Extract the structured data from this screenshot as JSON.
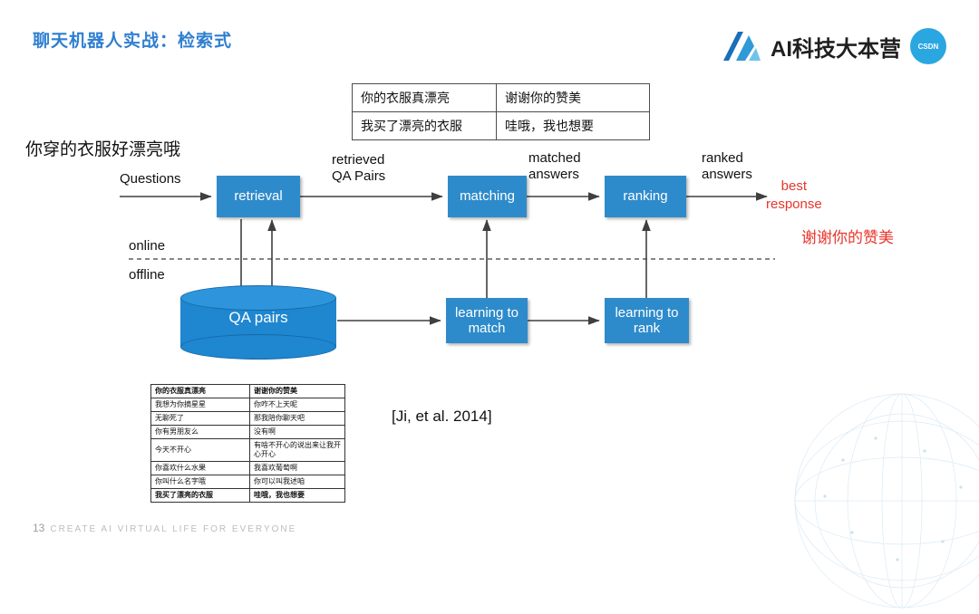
{
  "header": {
    "title": "聊天机器人实战：检索式",
    "logo_text": "AI科技大本营",
    "logo_badge": "CSDN"
  },
  "top_table": {
    "rows": [
      [
        "你的衣服真漂亮",
        "谢谢你的赞美"
      ],
      [
        "我买了漂亮的衣服",
        "哇哦，我也想要"
      ]
    ]
  },
  "utterance": "你穿的衣服好漂亮哦",
  "diagram": {
    "boxes": {
      "retrieval": "retrieval",
      "matching": "matching",
      "ranking": "ranking",
      "learning_to_match": "learning to\nmatch",
      "learning_to_rank": "learning to\nrank",
      "database": "QA pairs"
    },
    "labels": {
      "questions": "Questions",
      "retrieved_qa_pairs": "retrieved\nQA Pairs",
      "matched_answers": "matched\nanswers",
      "ranked_answers": "ranked\nanswers",
      "online": "online",
      "offline": "offline",
      "best_response": "best\nresponse",
      "reply": "谢谢你的赞美"
    },
    "colors": {
      "box_fill": "#2e8bcb",
      "db_fill": "#1f86d0",
      "accent_red": "#e8352c",
      "title_blue": "#2f7fd1"
    }
  },
  "citation": "[Ji, et al. 2014]",
  "bottom_table": {
    "rows": [
      [
        "你的衣服真漂亮",
        "谢谢你的赞美"
      ],
      [
        "我想为你摘星星",
        "你咋不上天呢"
      ],
      [
        "无聊死了",
        "那我陪你聊天吧"
      ],
      [
        "你有男朋友么",
        "没有啊"
      ],
      [
        "今天不开心",
        "有啥不开心的说出来让我开心开心"
      ],
      [
        "你喜欢什么水果",
        "我喜欢葡萄啊"
      ],
      [
        "你叫什么名字哦",
        "你可以叫我述咱"
      ],
      [
        "我买了漂亮的衣服",
        "哇哦，我也想要"
      ]
    ]
  },
  "footer": {
    "page": "13",
    "tagline": "CREATE AI VIRTUAL LIFE FOR EVERYONE"
  }
}
